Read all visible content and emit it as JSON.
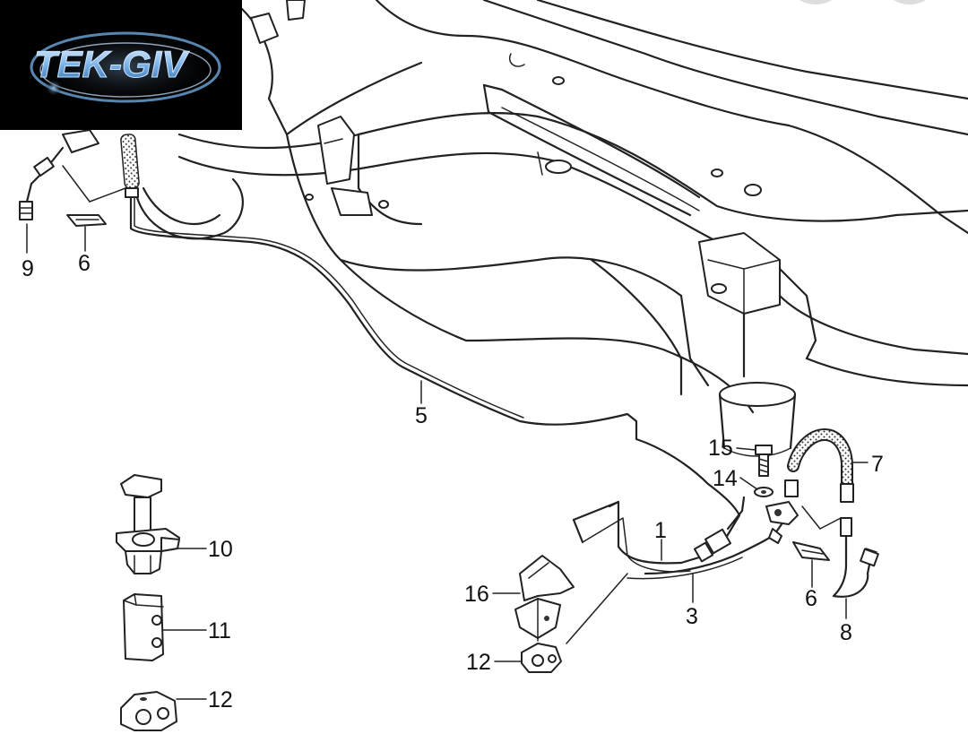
{
  "logo": {
    "text": "TEK-GIV"
  },
  "callouts": [
    {
      "id": "c9",
      "label": "9"
    },
    {
      "id": "c6a",
      "label": "6"
    },
    {
      "id": "c5",
      "label": "5"
    },
    {
      "id": "c15",
      "label": "15"
    },
    {
      "id": "c14",
      "label": "14"
    },
    {
      "id": "c7",
      "label": "7"
    },
    {
      "id": "c1",
      "label": "1"
    },
    {
      "id": "c3",
      "label": "3"
    },
    {
      "id": "c6b",
      "label": "6"
    },
    {
      "id": "c8",
      "label": "8"
    },
    {
      "id": "c10",
      "label": "10"
    },
    {
      "id": "c11",
      "label": "11"
    },
    {
      "id": "c12a",
      "label": "12"
    },
    {
      "id": "c16",
      "label": "16"
    },
    {
      "id": "c12b",
      "label": "12"
    }
  ],
  "colors": {
    "background": "#ffffff",
    "line": "#222222",
    "logo_bg": "#000000",
    "logo_text": "#6fa8dc"
  }
}
